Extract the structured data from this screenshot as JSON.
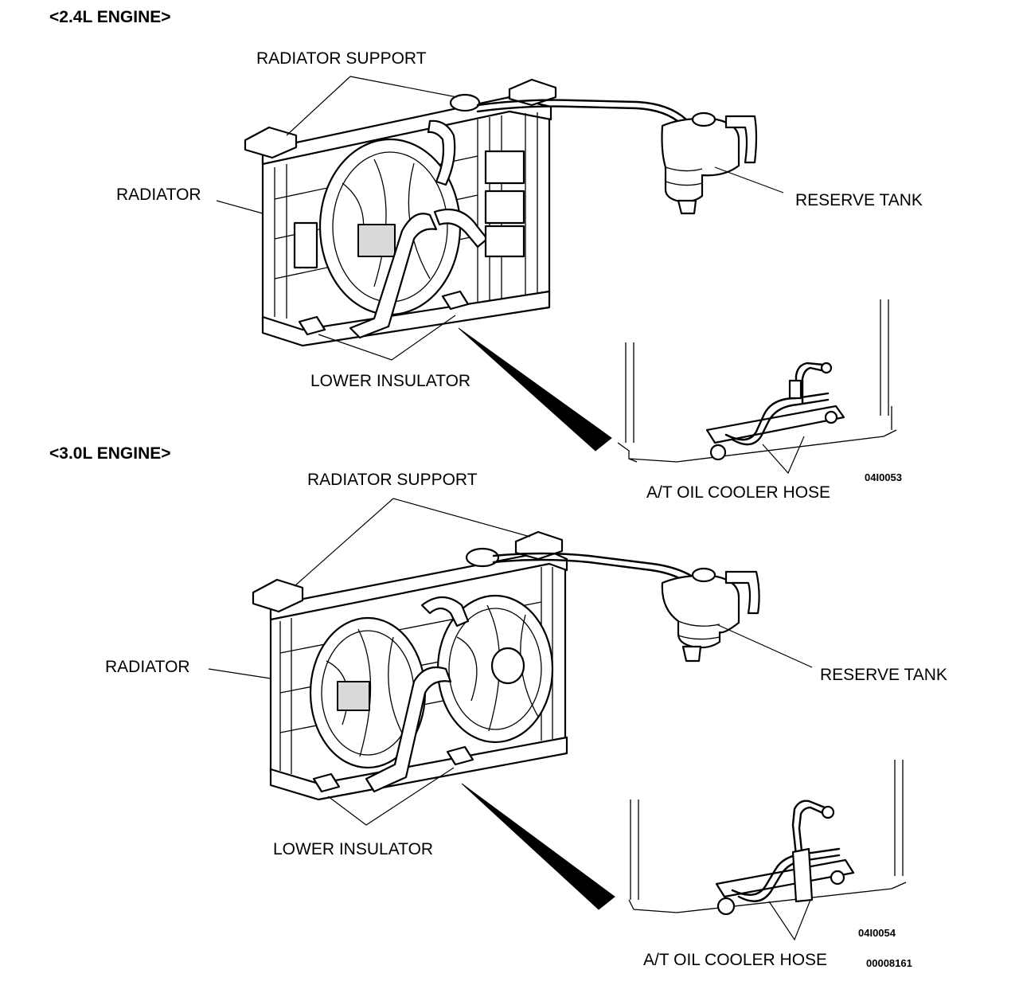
{
  "sections": [
    {
      "heading": "<2.4L ENGINE>",
      "labels": {
        "radiator_support": "RADIATOR SUPPORT",
        "radiator": "RADIATOR",
        "reserve_tank": "RESERVE TANK",
        "lower_insulator": "LOWER INSULATOR",
        "oil_cooler_hose": "A/T OIL COOLER HOSE"
      },
      "figure_code": "04I0053"
    },
    {
      "heading": "<3.0L ENGINE>",
      "labels": {
        "radiator_support": "RADIATOR SUPPORT",
        "radiator": "RADIATOR",
        "reserve_tank": "RESERVE TANK",
        "lower_insulator": "LOWER INSULATOR",
        "oil_cooler_hose": "A/T OIL COOLER HOSE"
      },
      "figure_code": "04I0054"
    }
  ],
  "document_code": "00008161"
}
